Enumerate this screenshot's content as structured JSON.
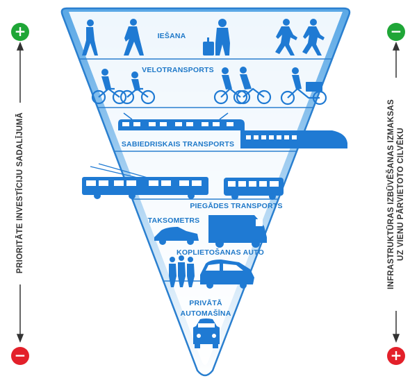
{
  "colors": {
    "fill": "#5aa8e6",
    "outline": "#2a7fcf",
    "icon": "#1f7ad3",
    "plus": "#1fa637",
    "minus": "#e3202a",
    "text": "#333333"
  },
  "tiers": [
    "IEŠANA",
    "VELOTRANSPORTS",
    "SABIEDRISKAIS TRANSPORTS",
    "PIEGĀDES TRANSPORTS",
    "TAKSOMETRS",
    "KOPLIETOŠANAS AUTO",
    "PRIVĀTĀ",
    "AUTOMAŠĪNA"
  ],
  "left_axis": {
    "label": "PRIORITĀTE INVESTĪCIJU SADALĪJUMĀ",
    "top_sign": "+",
    "bottom_sign": "−"
  },
  "right_axis": {
    "line1": "INFRASTRUKTŪRAS IZBŪVĒŠANAS IZMAKSAS",
    "line2": "UZ VIENU PĀRVIETOTO CILVĒKU",
    "top_sign": "−",
    "bottom_sign": "+"
  },
  "icons": [
    "pedestrian-icon",
    "cyclist-icon",
    "tram-icon",
    "train-icon",
    "bus-icon",
    "delivery-van-icon",
    "taxi-icon",
    "car-icon",
    "people-icon"
  ]
}
